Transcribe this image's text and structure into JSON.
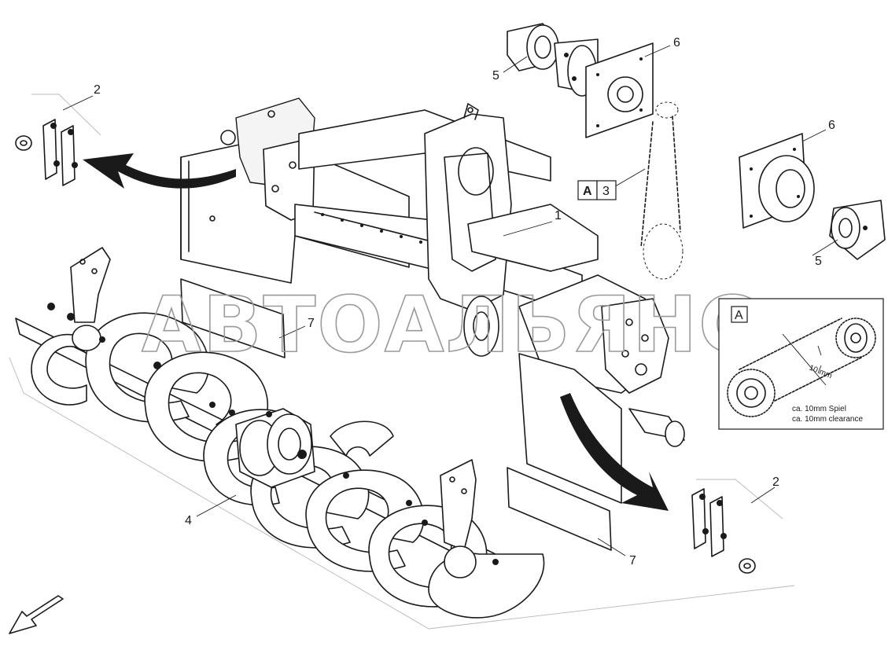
{
  "watermark": "АВТОАЛЬЯНС",
  "callouts": [
    {
      "id": "c1",
      "label": "1"
    },
    {
      "id": "c2a",
      "label": "2"
    },
    {
      "id": "c2b",
      "label": "2"
    },
    {
      "id": "c3",
      "label": "3"
    },
    {
      "id": "c4",
      "label": "4"
    },
    {
      "id": "c5a",
      "label": "5"
    },
    {
      "id": "c5b",
      "label": "5"
    },
    {
      "id": "c6a",
      "label": "6"
    },
    {
      "id": "c6b",
      "label": "6"
    },
    {
      "id": "c7a",
      "label": "7"
    },
    {
      "id": "c7b",
      "label": "7"
    }
  ],
  "detail_ref": {
    "letter": "A",
    "number": "3"
  },
  "detail_view": {
    "letter": "A",
    "dimension": "10 mm",
    "note_line1": "ca. 10mm Spiel",
    "note_line2": "ca. 10mm clearance"
  }
}
